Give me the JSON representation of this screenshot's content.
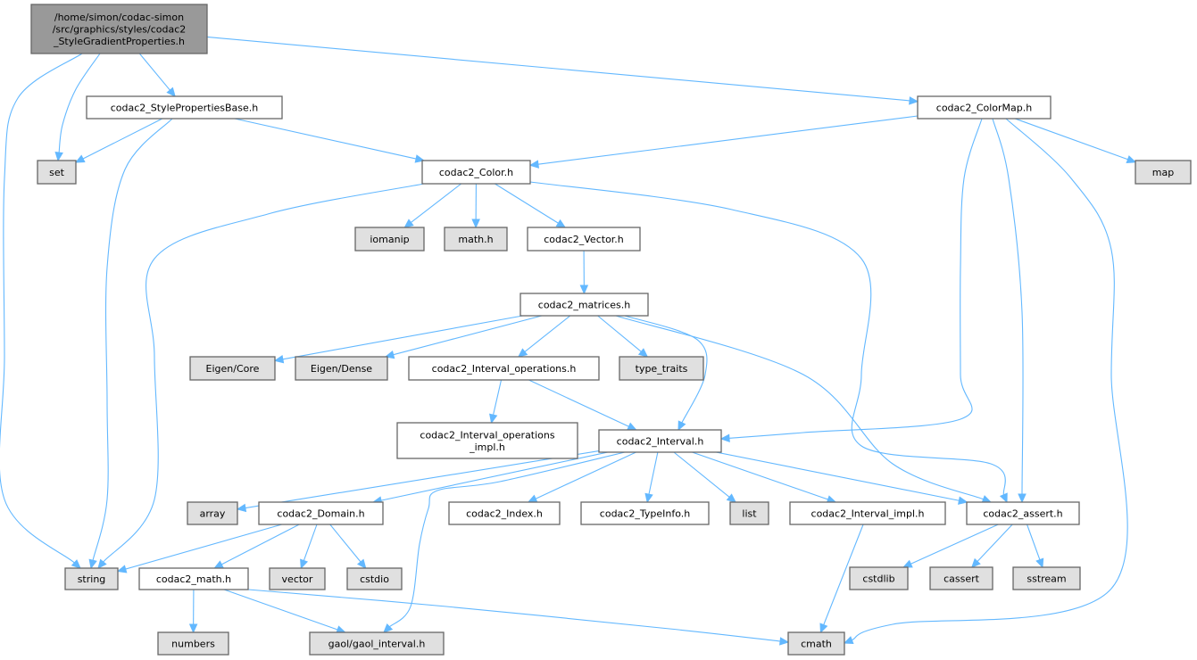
{
  "colors": {
    "root_fill": "#999999",
    "system_fill": "#e0e0e0",
    "project_fill": "#ffffff",
    "edge": "#63b8ff",
    "border": "#666666"
  },
  "nodes": {
    "root": {
      "lines": [
        "/home/simon/codac-simon",
        "/src/graphics/styles/codac2",
        "_StyleGradientProperties.h"
      ],
      "kind": "root"
    },
    "spb": {
      "lines": [
        "codac2_StylePropertiesBase.h"
      ],
      "kind": "project"
    },
    "set": {
      "lines": [
        "set"
      ],
      "kind": "system"
    },
    "colormap": {
      "lines": [
        "codac2_ColorMap.h"
      ],
      "kind": "project"
    },
    "color": {
      "lines": [
        "codac2_Color.h"
      ],
      "kind": "project"
    },
    "map": {
      "lines": [
        "map"
      ],
      "kind": "system"
    },
    "iomanip": {
      "lines": [
        "iomanip"
      ],
      "kind": "system"
    },
    "mathh": {
      "lines": [
        "math.h"
      ],
      "kind": "system"
    },
    "vectorh": {
      "lines": [
        "codac2_Vector.h"
      ],
      "kind": "project"
    },
    "matrices": {
      "lines": [
        "codac2_matrices.h"
      ],
      "kind": "project"
    },
    "eigencore": {
      "lines": [
        "Eigen/Core"
      ],
      "kind": "system"
    },
    "eigendense": {
      "lines": [
        "Eigen/Dense"
      ],
      "kind": "system"
    },
    "intops": {
      "lines": [
        "codac2_Interval_operations.h"
      ],
      "kind": "project"
    },
    "typetraits": {
      "lines": [
        "type_traits"
      ],
      "kind": "system"
    },
    "intopsimpl": {
      "lines": [
        "codac2_Interval_operations",
        "_impl.h"
      ],
      "kind": "project"
    },
    "interval": {
      "lines": [
        "codac2_Interval.h"
      ],
      "kind": "project"
    },
    "array": {
      "lines": [
        "array"
      ],
      "kind": "system"
    },
    "domain": {
      "lines": [
        "codac2_Domain.h"
      ],
      "kind": "project"
    },
    "index": {
      "lines": [
        "codac2_Index.h"
      ],
      "kind": "project"
    },
    "typeinfo": {
      "lines": [
        "codac2_TypeInfo.h"
      ],
      "kind": "project"
    },
    "list": {
      "lines": [
        "list"
      ],
      "kind": "system"
    },
    "intimpl": {
      "lines": [
        "codac2_Interval_impl.h"
      ],
      "kind": "project"
    },
    "assert": {
      "lines": [
        "codac2_assert.h"
      ],
      "kind": "project"
    },
    "string": {
      "lines": [
        "string"
      ],
      "kind": "system"
    },
    "math": {
      "lines": [
        "codac2_math.h"
      ],
      "kind": "project"
    },
    "vector": {
      "lines": [
        "vector"
      ],
      "kind": "system"
    },
    "cstdio": {
      "lines": [
        "cstdio"
      ],
      "kind": "system"
    },
    "cstdlib": {
      "lines": [
        "cstdlib"
      ],
      "kind": "system"
    },
    "cassert": {
      "lines": [
        "cassert"
      ],
      "kind": "system"
    },
    "sstream": {
      "lines": [
        "sstream"
      ],
      "kind": "system"
    },
    "numbers": {
      "lines": [
        "numbers"
      ],
      "kind": "system"
    },
    "gaol": {
      "lines": [
        "gaol/gaol_interval.h"
      ],
      "kind": "system"
    },
    "cmath": {
      "lines": [
        "cmath"
      ],
      "kind": "system"
    }
  },
  "edges": [
    [
      "root",
      "spb"
    ],
    [
      "root",
      "set"
    ],
    [
      "root",
      "string"
    ],
    [
      "root",
      "colormap"
    ],
    [
      "spb",
      "set"
    ],
    [
      "spb",
      "string"
    ],
    [
      "spb",
      "color"
    ],
    [
      "colormap",
      "color"
    ],
    [
      "colormap",
      "map"
    ],
    [
      "colormap",
      "interval"
    ],
    [
      "colormap",
      "assert"
    ],
    [
      "colormap",
      "cmath"
    ],
    [
      "color",
      "string"
    ],
    [
      "color",
      "iomanip"
    ],
    [
      "color",
      "mathh"
    ],
    [
      "color",
      "vectorh"
    ],
    [
      "color",
      "assert"
    ],
    [
      "vectorh",
      "matrices"
    ],
    [
      "matrices",
      "eigencore"
    ],
    [
      "matrices",
      "eigendense"
    ],
    [
      "matrices",
      "intops"
    ],
    [
      "matrices",
      "typetraits"
    ],
    [
      "matrices",
      "interval"
    ],
    [
      "matrices",
      "assert"
    ],
    [
      "intops",
      "intopsimpl"
    ],
    [
      "intops",
      "interval"
    ],
    [
      "interval",
      "array"
    ],
    [
      "interval",
      "domain"
    ],
    [
      "interval",
      "gaol"
    ],
    [
      "interval",
      "index"
    ],
    [
      "interval",
      "typeinfo"
    ],
    [
      "interval",
      "list"
    ],
    [
      "interval",
      "intimpl"
    ],
    [
      "interval",
      "assert"
    ],
    [
      "domain",
      "string"
    ],
    [
      "domain",
      "math"
    ],
    [
      "domain",
      "vector"
    ],
    [
      "domain",
      "cstdio"
    ],
    [
      "math",
      "numbers"
    ],
    [
      "math",
      "gaol"
    ],
    [
      "math",
      "cmath"
    ],
    [
      "intimpl",
      "cmath"
    ],
    [
      "assert",
      "cstdlib"
    ],
    [
      "assert",
      "cassert"
    ],
    [
      "assert",
      "sstream"
    ]
  ]
}
